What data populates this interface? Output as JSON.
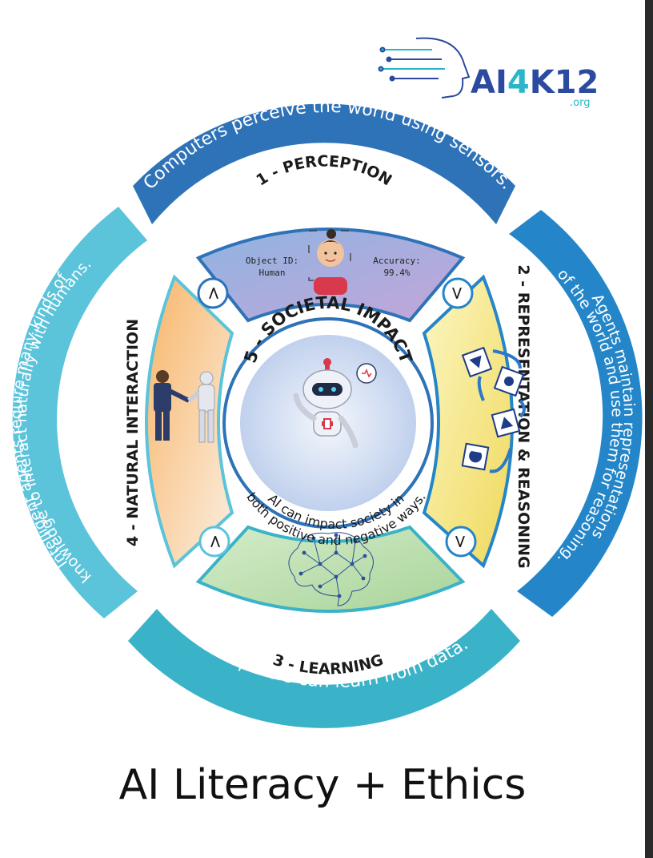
{
  "logo": {
    "part1": "AI",
    "part2": "4",
    "part3": "K12",
    "suffix": ".org"
  },
  "outer_ring": {
    "top": "Computers perceive the world using sensors.",
    "right_line1": "Agents maintain representations",
    "right_line2": "of the world and use them for reasoning.",
    "bottom": "Computers can learn from data.",
    "left_line1": "Intelligent agents require many kinds of",
    "left_line2": "knowledge to interact naturally with humans."
  },
  "segments": {
    "perception": "1 - PERCEPTION",
    "representation": "2 - REPRESENTATION & REASONING",
    "learning": "3 - LEARNING",
    "interaction": "4 - NATURAL INTERACTION"
  },
  "perception_panel": {
    "object_label": "Object ID:",
    "object_value": "Human",
    "accuracy_label": "Accuracy:",
    "accuracy_value": "99.4%"
  },
  "center": {
    "title": "5 - SOCIETAL IMPACT",
    "line1": "AI can impact society in",
    "line2": "both positive and negative ways."
  },
  "arrow_glyph": ">",
  "footer_title": "AI Literacy + Ethics",
  "colors": {
    "ring_top": "#2e72b8",
    "ring_right": "#2486c8",
    "ring_bottom": "#3ab3c8",
    "ring_left": "#5bc3da",
    "perception_fill": "#b9a3d6",
    "representation_fill": "#f6e67a",
    "learning_fill": "#bfe0b2",
    "interaction_fill": "#f7c995",
    "center_fill": "#c8d6ee",
    "logo_blue": "#2b4aa0",
    "logo_teal": "#29b6c8"
  }
}
